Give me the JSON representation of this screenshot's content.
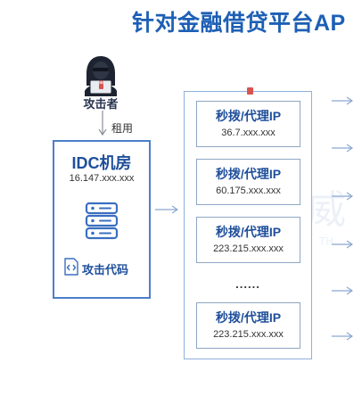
{
  "title": "针对金融借贷平台AP",
  "attacker": {
    "label": "攻击者"
  },
  "rent_label": "租用",
  "idc": {
    "title": "IDC机房",
    "ip": "16.147.xxx.xxx",
    "code_label": "攻击代码"
  },
  "proxies": [
    {
      "title": "秒拨/代理IP",
      "ip": "36.7.xxx.xxx"
    },
    {
      "title": "秒拨/代理IP",
      "ip": "60.175.xxx.xxx"
    },
    {
      "title": "秒拨/代理IP",
      "ip": "223.215.xxx.xxx"
    },
    {
      "title": "秒拨/代理IP",
      "ip": "223.215.xxx.xxx"
    }
  ],
  "ellipsis": "......",
  "watermark": {
    "text": "威",
    "subtext": "TH"
  },
  "colors": {
    "title": "#1d5fb5",
    "box_border": "#4c7ec9",
    "arrow": "#8aa8d0",
    "marker": "#d9534f"
  },
  "icons": [
    "hacker-icon",
    "server-icon",
    "code-file-icon",
    "arrow-icon"
  ]
}
